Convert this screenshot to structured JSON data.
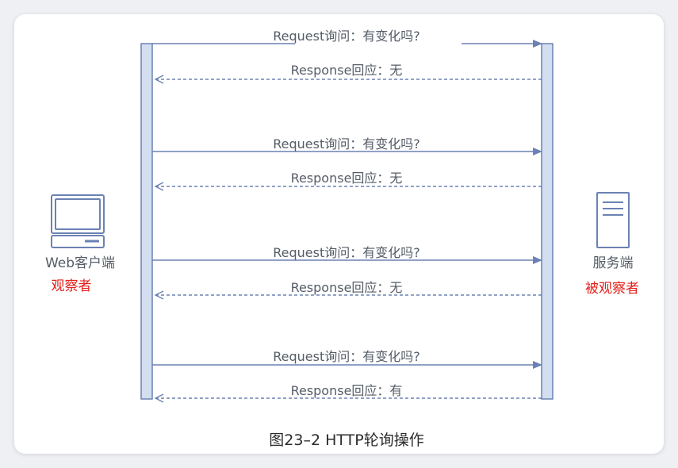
{
  "client": {
    "label": "Web客户端",
    "role": "观察者"
  },
  "server": {
    "label": "服务端",
    "role": "被观察者"
  },
  "messages": [
    {
      "text": "Request询问：有变化吗?"
    },
    {
      "text": "Response回应：无"
    },
    {
      "text": "Request询问：有变化吗?"
    },
    {
      "text": "Response回应：无"
    },
    {
      "text": "Request询问：有变化吗?"
    },
    {
      "text": "Response回应：无"
    },
    {
      "text": "Request询问：有变化吗?"
    },
    {
      "text": "Response回应：有"
    }
  ],
  "caption": "图23–2 HTTP轮询操作",
  "colors": {
    "line": "#6b82b3",
    "bar_fill": "#d3def0",
    "role_text": "#e3211c"
  }
}
